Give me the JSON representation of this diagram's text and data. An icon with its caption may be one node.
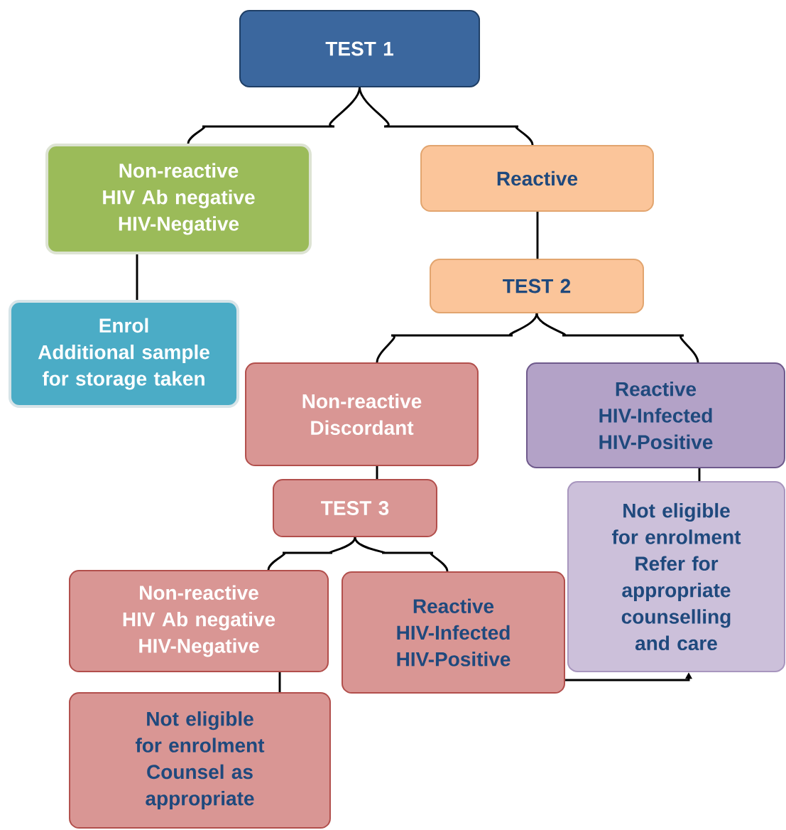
{
  "diagram": {
    "nodes": [
      {
        "text": [
          "TEST 1"
        ]
      },
      {
        "text": [
          "Non-reactive",
          "HIV Ab negative",
          "HIV-Negative"
        ]
      },
      {
        "text": [
          "Reactive"
        ]
      },
      {
        "text": [
          "Enrol",
          "Additional sample for storage taken"
        ]
      },
      {
        "text": [
          "TEST 2"
        ]
      },
      {
        "text": [
          "Non-reactive",
          "Discordant"
        ]
      },
      {
        "text": [
          "Reactive",
          "HIV-Infected",
          "HIV-Positive"
        ]
      },
      {
        "text": [
          "TEST 3"
        ]
      },
      {
        "text": [
          "Non-reactive",
          "HIV Ab negative",
          "HIV-Negative"
        ]
      },
      {
        "text": [
          "Reactive",
          "HIV-Infected",
          "HIV-Positive"
        ]
      },
      {
        "text": [
          "Not eligible for enrolment",
          "Refer for appropriate counselling and care"
        ]
      },
      {
        "text": [
          "Not eligible for enrolment",
          "Counsel as appropriate"
        ]
      }
    ],
    "edges": [
      {
        "from": 0,
        "to": 1,
        "arrow": "none"
      },
      {
        "from": 0,
        "to": 2,
        "arrow": "none"
      },
      {
        "from": 1,
        "to": 3,
        "arrow": "none"
      },
      {
        "from": 2,
        "to": 4,
        "arrow": "none"
      },
      {
        "from": 4,
        "to": 5,
        "arrow": "none"
      },
      {
        "from": 4,
        "to": 6,
        "arrow": "none"
      },
      {
        "from": 5,
        "to": 7,
        "arrow": "none"
      },
      {
        "from": 6,
        "to": 10,
        "arrow": "none"
      },
      {
        "from": 7,
        "to": 8,
        "arrow": "none"
      },
      {
        "from": 7,
        "to": 9,
        "arrow": "none"
      },
      {
        "from": 8,
        "to": 11,
        "arrow": "none"
      },
      {
        "from": 9,
        "to": 10,
        "arrow": "to"
      }
    ]
  }
}
